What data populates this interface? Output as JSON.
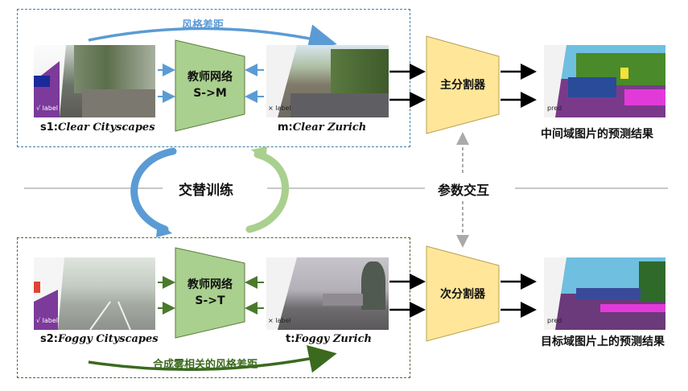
{
  "top": {
    "style_gap_label": "风格差距",
    "source_caption_prefix": "s1:",
    "source_caption_name": "Clear Cityscapes",
    "mid_caption_prefix": "m:",
    "mid_caption_name": "Clear Zurich",
    "teacher_line1": "教师网络",
    "teacher_line2": "S->M",
    "main_segmenter": "主分割器",
    "result_label": "中间域图片的预测结果",
    "source_tag": "√ label",
    "mid_tag": "× label",
    "pred_tag": "pred"
  },
  "middle": {
    "alternate_label": "交替训练",
    "param_label": "参数交互"
  },
  "bottom": {
    "style_gap_label": "合成雾相关的风格差距",
    "source_caption_prefix": "s2:",
    "source_caption_name": "Foggy Cityscapes",
    "target_caption_prefix": "t:",
    "target_caption_name": "Foggy Zurich",
    "teacher_line1": "教师网络",
    "teacher_line2": "S->T",
    "aux_segmenter": "次分割器",
    "result_label": "目标域图片上的预测结果",
    "source_tag": "√ label",
    "target_tag": "× label",
    "pred_tag": "pred"
  },
  "colors": {
    "top_dash": "#3f7fa8",
    "bottom_dash": "#4a6a2a",
    "teacher_fill": "#a9d08e",
    "segmenter_fill": "#ffe699",
    "blue_arrow": "#5b9bd5",
    "green_arrow": "#4a7a2a",
    "gray_line": "#c8c8c8"
  }
}
